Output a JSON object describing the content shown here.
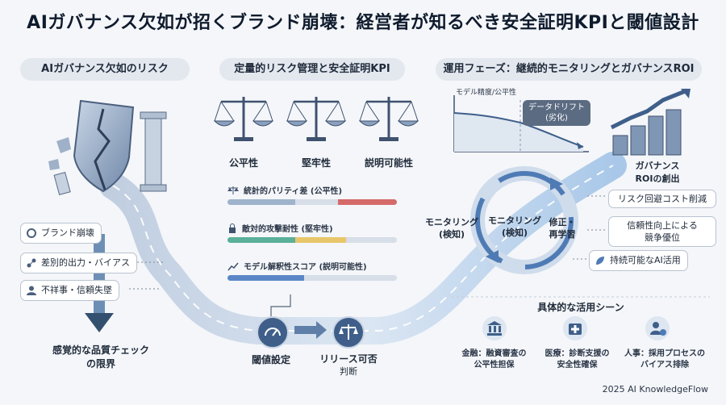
{
  "title": "AIガバナンス欠如が招くブランド崩壊：経営者が知るべき安全証明KPIと閾値設計",
  "sections": {
    "left": "AIガバナンス欠如のリスク",
    "middle": "定量的リスク管理と安全証明KPI",
    "right": "運用フェーズ：継続的モニタリングとガバナンスROI"
  },
  "left_tags": [
    "ブランド崩壊",
    "差別的出力・バイアス",
    "不祥事・信頼失墜"
  ],
  "left_bottom": [
    "感覚的な品質チェック",
    "の限界"
  ],
  "scales": [
    "公平性",
    "堅牢性",
    "説明可能性"
  ],
  "kpis": [
    {
      "label": "統計的パリティ差 (公平性)",
      "colors": [
        "#9fb3cc",
        "#d7dee8",
        "#d56a6a"
      ]
    },
    {
      "label": "敵対的攻撃耐性 (堅牢性)",
      "colors": [
        "#5ab09a",
        "#e8c66a",
        "#d7dee8"
      ]
    },
    {
      "label": "モデル解釈性スコア (説明可能性)",
      "colors": [
        "#5a86c7",
        "#d7dee8",
        "#d7dee8"
      ]
    }
  ],
  "flow": {
    "threshold": "閾値設定",
    "release": [
      "リリース可否",
      "判断"
    ]
  },
  "chart": {
    "ylabel": "モデル精度/公平性",
    "drift": [
      "データドリフト",
      "(劣化)"
    ]
  },
  "cycle": {
    "monitor_outer": [
      "モニタリング",
      "(検知)"
    ],
    "monitor_inner": [
      "モニタリング",
      "(検知)"
    ],
    "fix": [
      "修正・",
      "再学習"
    ]
  },
  "roi": [
    "ガバナンス",
    "ROIの創出"
  ],
  "right_tags": [
    [
      "リスク回避コスト削減"
    ],
    [
      "信頼性向上による",
      "競争優位"
    ],
    [
      "持続可能なAI活用"
    ]
  ],
  "scenes_title": "具体的な活用シーン",
  "scenes": [
    {
      "line1": "金融：融資審査の",
      "line2": "公平性担保"
    },
    {
      "line1": "医療：診断支援の",
      "line2": "安全性確保"
    },
    {
      "line1": "人事：採用プロセスの",
      "line2": "バイアス排除"
    }
  ],
  "footer": "2025 AI KnowledgeFlow"
}
